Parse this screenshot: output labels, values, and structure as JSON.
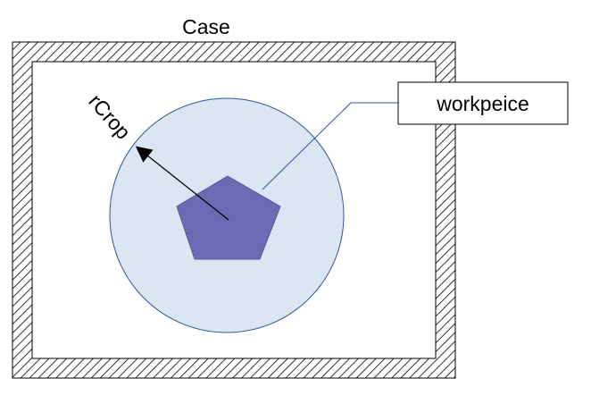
{
  "diagram": {
    "case_label": "Case",
    "workpiece_label": "workpeice",
    "radius_label": "rCrop"
  },
  "colors": {
    "background": "#ffffff",
    "case_hatch": "#000000",
    "crop_circle_fill": "#dce6f2",
    "crop_circle_stroke": "#2f5597",
    "pentagon_fill": "#6b6bb3",
    "pentagon_stroke": "#5858a0",
    "leader_line": "#2f5597",
    "callout_box_stroke": "#000000",
    "arrow": "#000000"
  },
  "icons": {
    "radius_arrow": "arrow-up-left",
    "workpiece_shape": "pentagon"
  }
}
